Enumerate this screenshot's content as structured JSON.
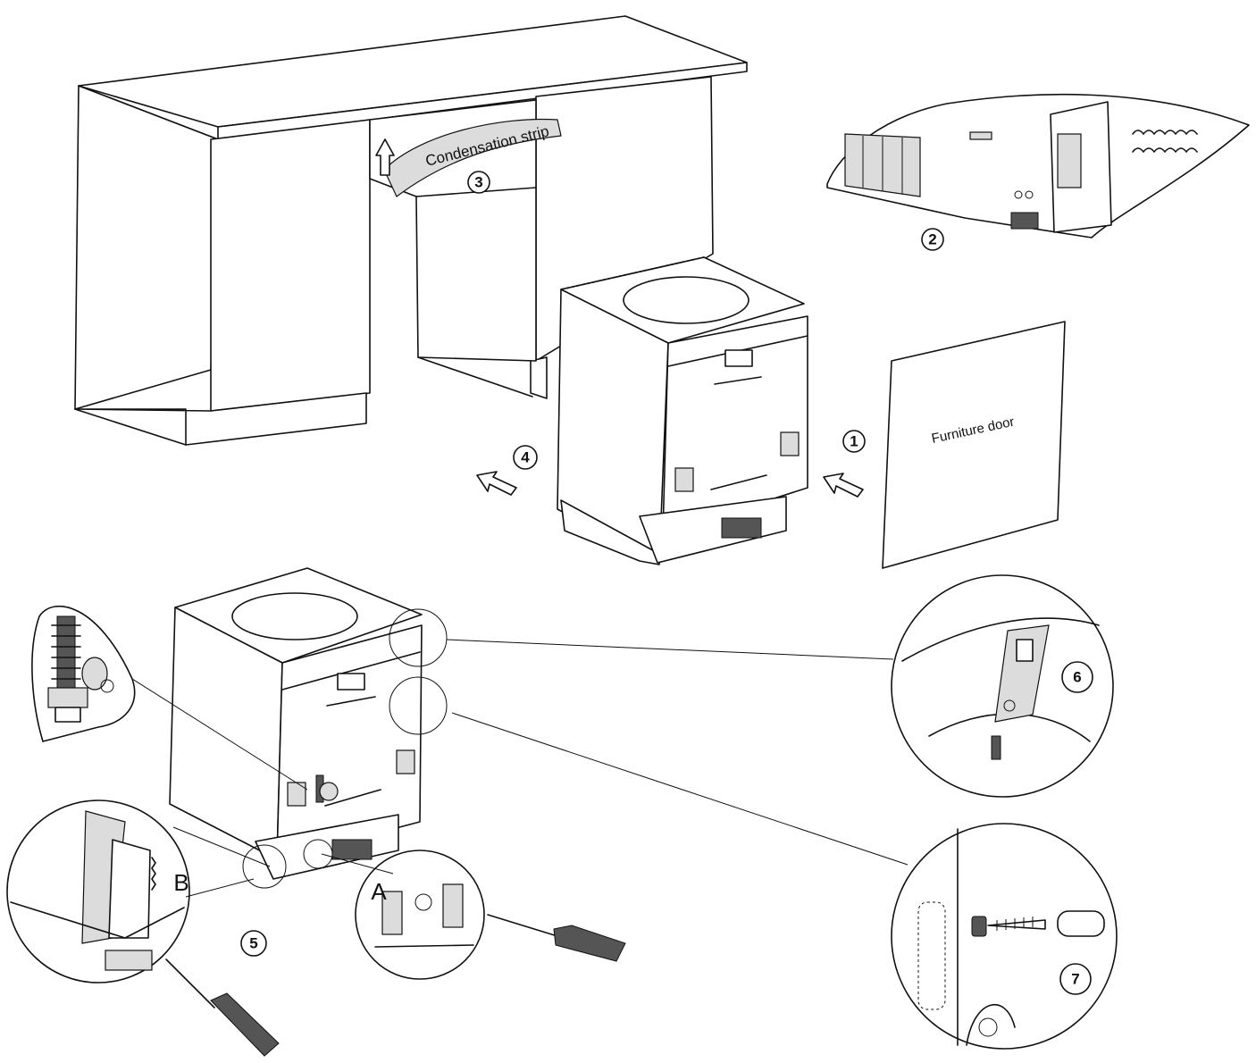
{
  "labels": {
    "condensation_strip": "Condensation strip",
    "furniture_door": "Furniture door",
    "letter_a": "A",
    "letter_b": "B"
  },
  "step_numbers": {
    "step1": "1",
    "step2": "2",
    "step3": "3",
    "step4": "4",
    "step5": "5",
    "step6": "6",
    "step7": "7"
  },
  "colors": {
    "line": "#111111",
    "background": "#ffffff",
    "shade": "#dcdcdc"
  },
  "icons": [
    "arrow-icon",
    "screwdriver-icon",
    "screw-icon",
    "adjustable-foot-icon",
    "hinge-bracket-icon"
  ]
}
